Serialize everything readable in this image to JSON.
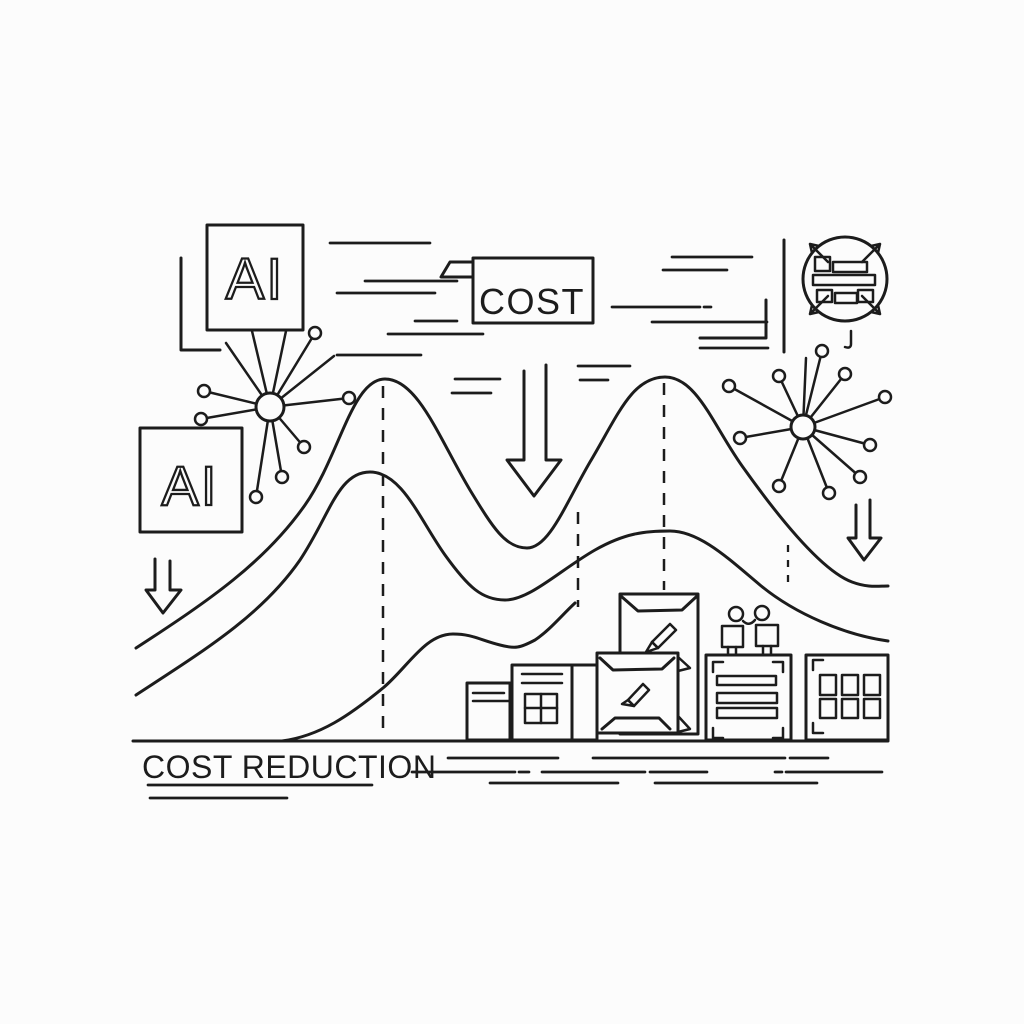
{
  "scene": {
    "background_color": "#fcfcfc",
    "ink_color": "#1c1c1c",
    "description": "Line-art illustration of AI driving cost reduction: three declining bell curves over a city baseline"
  },
  "labels": {
    "ai_top": "AI",
    "ai_lower": "AI",
    "cost": "COST",
    "caption": "COST REDUCTION"
  },
  "icons": {
    "left_badge_top": "ai-chip-badge-icon",
    "left_badge_lower": "ai-chip-badge-icon",
    "cost_tag": "cost-flag-tag-icon",
    "large_arrow": "down-arrow-icon",
    "small_arrow_left": "down-arrow-icon",
    "small_arrow_right": "down-arrow-icon",
    "neuron_left": "neuron-burst-icon",
    "neuron_right": "neuron-burst-icon",
    "circle_top_right": "data-compress-expand-icon",
    "envelopes": "envelope-pencil-icon",
    "people": "two-people-icon",
    "server_building": "server-rack-building-icon",
    "grid_building": "window-grid-building-icon"
  }
}
